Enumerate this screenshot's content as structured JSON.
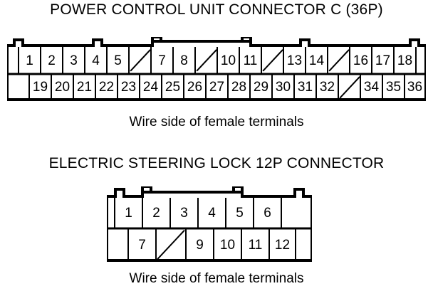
{
  "page": {
    "background": "#ffffff",
    "ink": "#000000"
  },
  "connectors": [
    {
      "id": "power-control-unit-c",
      "title": "POWER CONTROL UNIT CONNECTOR C (36P)",
      "caption": "Wire side of female terminals",
      "pin_count": "36P",
      "rows": [
        {
          "name": "top-row",
          "cells": [
            "1",
            "2",
            "3",
            "4",
            "5",
            "",
            "7",
            "8",
            "",
            "10",
            "11",
            "",
            "13",
            "14",
            "",
            "16",
            "17",
            "18",
            ""
          ]
        },
        {
          "name": "bottom-row",
          "cells": [
            "",
            "19",
            "20",
            "21",
            "22",
            "23",
            "24",
            "25",
            "26",
            "27",
            "28",
            "29",
            "30",
            "31",
            "32",
            "",
            "34",
            "35",
            "36"
          ]
        }
      ]
    },
    {
      "id": "electric-steering-lock",
      "title": "ELECTRIC STEERING LOCK 12P CONNECTOR",
      "caption": "Wire side of female terminals",
      "pin_count": "12P",
      "rows": [
        {
          "name": "top-row",
          "cells": [
            "1",
            "2",
            "3",
            "4",
            "5",
            "6",
            ""
          ]
        },
        {
          "name": "bottom-row",
          "cells": [
            "",
            "7",
            "",
            "9",
            "10",
            "11",
            "12"
          ]
        }
      ]
    }
  ]
}
